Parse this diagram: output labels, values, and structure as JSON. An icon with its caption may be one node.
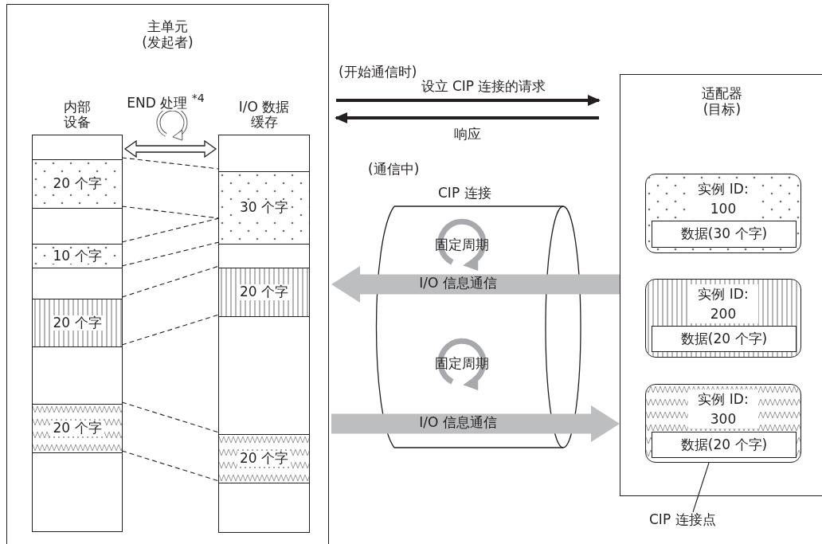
{
  "diagram": {
    "nodes": [
      {
        "text": [
          "主单元",
          "(发起者)"
        ]
      },
      {
        "text": [
          "内部设备"
        ],
        "in": 0
      },
      {
        "text": [
          "I/O 数据缓存"
        ],
        "in": 0
      },
      {
        "text": [
          "20 个字"
        ],
        "in": 1
      },
      {
        "text": [
          "10 个字"
        ],
        "in": 1
      },
      {
        "text": [
          "20 个字"
        ],
        "in": 1
      },
      {
        "text": [
          "20 个字"
        ],
        "in": 1
      },
      {
        "text": [
          "30 个字"
        ],
        "in": 2
      },
      {
        "text": [
          "20 个字"
        ],
        "in": 2
      },
      {
        "text": [
          "20 个字"
        ],
        "in": 2
      },
      {
        "text": [
          "CIP 连接"
        ],
        "beside": [
          "(通信中)"
        ]
      },
      {
        "text": [
          "适配器",
          "(目标)"
        ]
      },
      {
        "text": [
          "实例 ID: 100"
        ],
        "in": 11
      },
      {
        "text": [
          "数据(30 个字)"
        ],
        "in": 12
      },
      {
        "text": [
          "实例 ID: 200"
        ],
        "in": 11
      },
      {
        "text": [
          "数据(20 个字)"
        ],
        "in": 14
      },
      {
        "text": [
          "实例 ID: 300"
        ],
        "in": 11
      },
      {
        "text": [
          "数据(20 个字)"
        ],
        "in": 16
      },
      {
        "text": [
          "CIP 连接点"
        ]
      }
    ],
    "edges": [
      {
        "from": 0,
        "to": 11,
        "arrow": "to",
        "label": "设立 CIP 连接的请求",
        "style": "thick"
      },
      {
        "from": 11,
        "to": 0,
        "arrow": "to",
        "label": "响应",
        "style": "thick"
      },
      {
        "from": 1,
        "to": 2,
        "arrow": "both",
        "label": "END 处理 $^{*4}$"
      },
      {
        "from": 3,
        "to": 7,
        "arrow": "none",
        "style": "dashed"
      },
      {
        "from": 3,
        "to": 7,
        "arrow": "none",
        "style": "dashed"
      },
      {
        "from": 4,
        "to": 7,
        "arrow": "none",
        "style": "dashed"
      },
      {
        "from": 4,
        "to": 7,
        "arrow": "none",
        "style": "dashed"
      },
      {
        "from": 5,
        "to": 8,
        "arrow": "none",
        "style": "dashed"
      },
      {
        "from": 5,
        "to": 8,
        "arrow": "none",
        "style": "dashed"
      },
      {
        "from": 6,
        "to": 9,
        "arrow": "none",
        "style": "dashed"
      },
      {
        "from": 6,
        "to": 9,
        "arrow": "none",
        "style": "dashed"
      },
      {
        "from": 11,
        "to": 0,
        "arrow": "to",
        "label": "I/O 信息通信",
        "style": "thick",
        "color": "#bcbec0"
      },
      {
        "from": 0,
        "to": 11,
        "arrow": "to",
        "label": "I/O 信息通信",
        "style": "thick",
        "color": "#bcbec0"
      },
      {
        "from": 18,
        "to": 16,
        "arrow": "none"
      }
    ],
    "labels": [
      "(开始通信时)",
      "固定周期",
      "固定周期"
    ]
  }
}
